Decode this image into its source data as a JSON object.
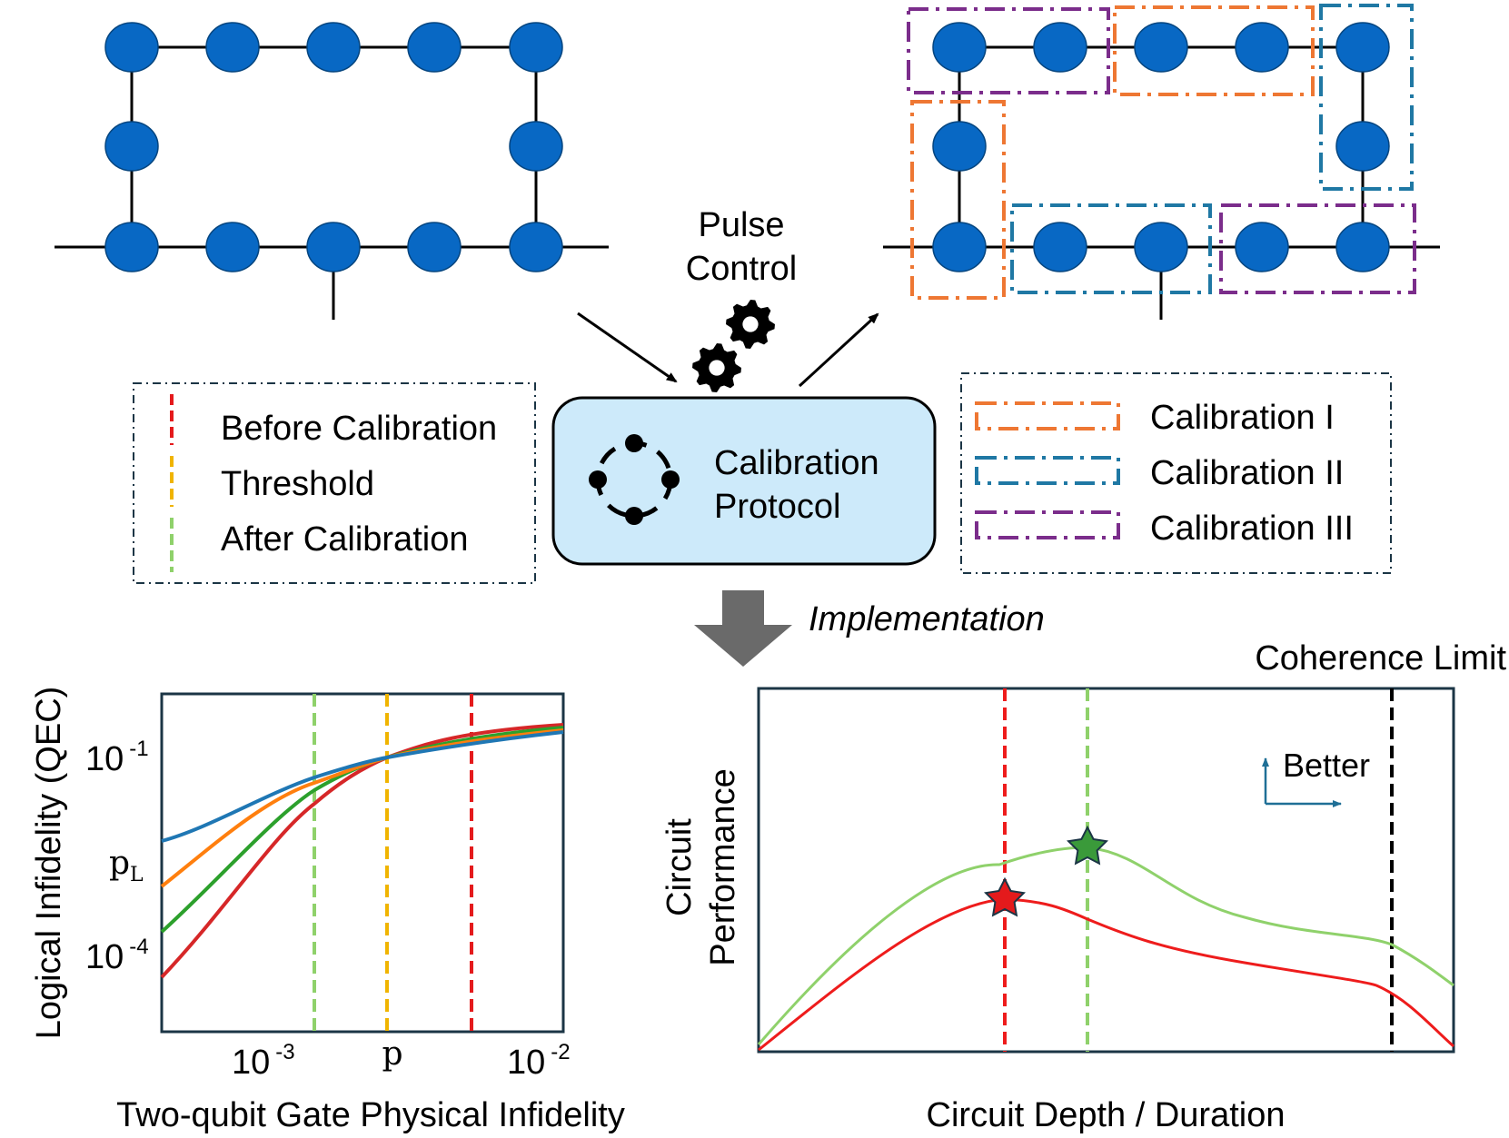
{
  "pulse_control": {
    "line1": "Pulse",
    "line2": "Control"
  },
  "protocol": {
    "line1": "Calibration",
    "line2": "Protocol"
  },
  "implementation": "Implementation",
  "left_legend": {
    "items": [
      {
        "label": "Before Calibration",
        "color": "#e41a1c"
      },
      {
        "label": "Threshold",
        "color": "#f0b400"
      },
      {
        "label": "After Calibration",
        "color": "#8fd16b"
      }
    ]
  },
  "right_legend": {
    "items": [
      {
        "label": "Calibration I",
        "color": "#ee7733"
      },
      {
        "label": "Calibration II",
        "color": "#1f78a4"
      },
      {
        "label": "Calibration III",
        "color": "#7b2d8b"
      }
    ]
  },
  "qubit_color": "#0868c4",
  "qec_plot": {
    "ylabel": "Logical Infidelity (QEC)",
    "xlabel": "Two-qubit Gate Physical Infidelity",
    "ytick_top_base": "10",
    "ytick_top_exp": "-1",
    "ytick_p": "p",
    "ytick_p_sub": "L",
    "ytick_bottom_base": "10",
    "ytick_bottom_exp": "-4",
    "xtick_left_base": "10",
    "xtick_left_exp": "-3",
    "xtick_mid": "p",
    "xtick_right_base": "10",
    "xtick_right_exp": "-2",
    "curve_colors": [
      "#1f77b4",
      "#ff7f0e",
      "#2ca02c",
      "#d62728"
    ]
  },
  "perf_plot": {
    "ylabel_line1": "Circuit",
    "ylabel_line2": "Performance",
    "xlabel": "Circuit Depth / Duration",
    "coherence_label": "Coherence Limit",
    "better_label": "Better",
    "before_color": "#ee1c1c",
    "after_color": "#8fd16b"
  }
}
